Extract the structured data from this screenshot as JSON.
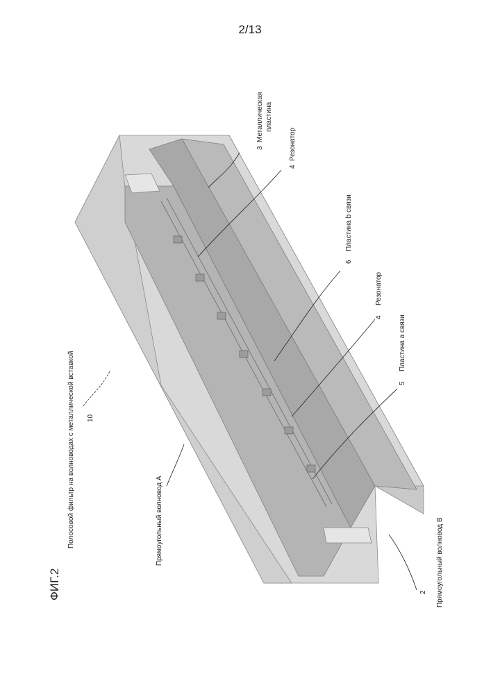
{
  "page": {
    "number": "2/13"
  },
  "figure": {
    "title": "ФИГ.2",
    "caption": "Полосовой фильтр на волноводах с металлической вставкой",
    "ref_filter": "10",
    "waveguide_a": "Прямоугольный волновод А",
    "waveguide_b": "Прямоугольный волновод В",
    "num_2": "2",
    "num_3": "3",
    "metal_plate_1": "Металлическая",
    "metal_plate_2": "пластина",
    "num_4a": "4",
    "resonator_a": "Резонатор",
    "num_6": "6",
    "coupling_b": "Пластина b связи",
    "num_4b": "4",
    "resonator_b": "Резонатор",
    "num_5": "5",
    "coupling_a": "Пластина а связи"
  },
  "colors": {
    "box_light": "#d6d6d6",
    "box_mid": "#bdbdbd",
    "box_dark": "#9a9a9a",
    "line": "#333333"
  }
}
